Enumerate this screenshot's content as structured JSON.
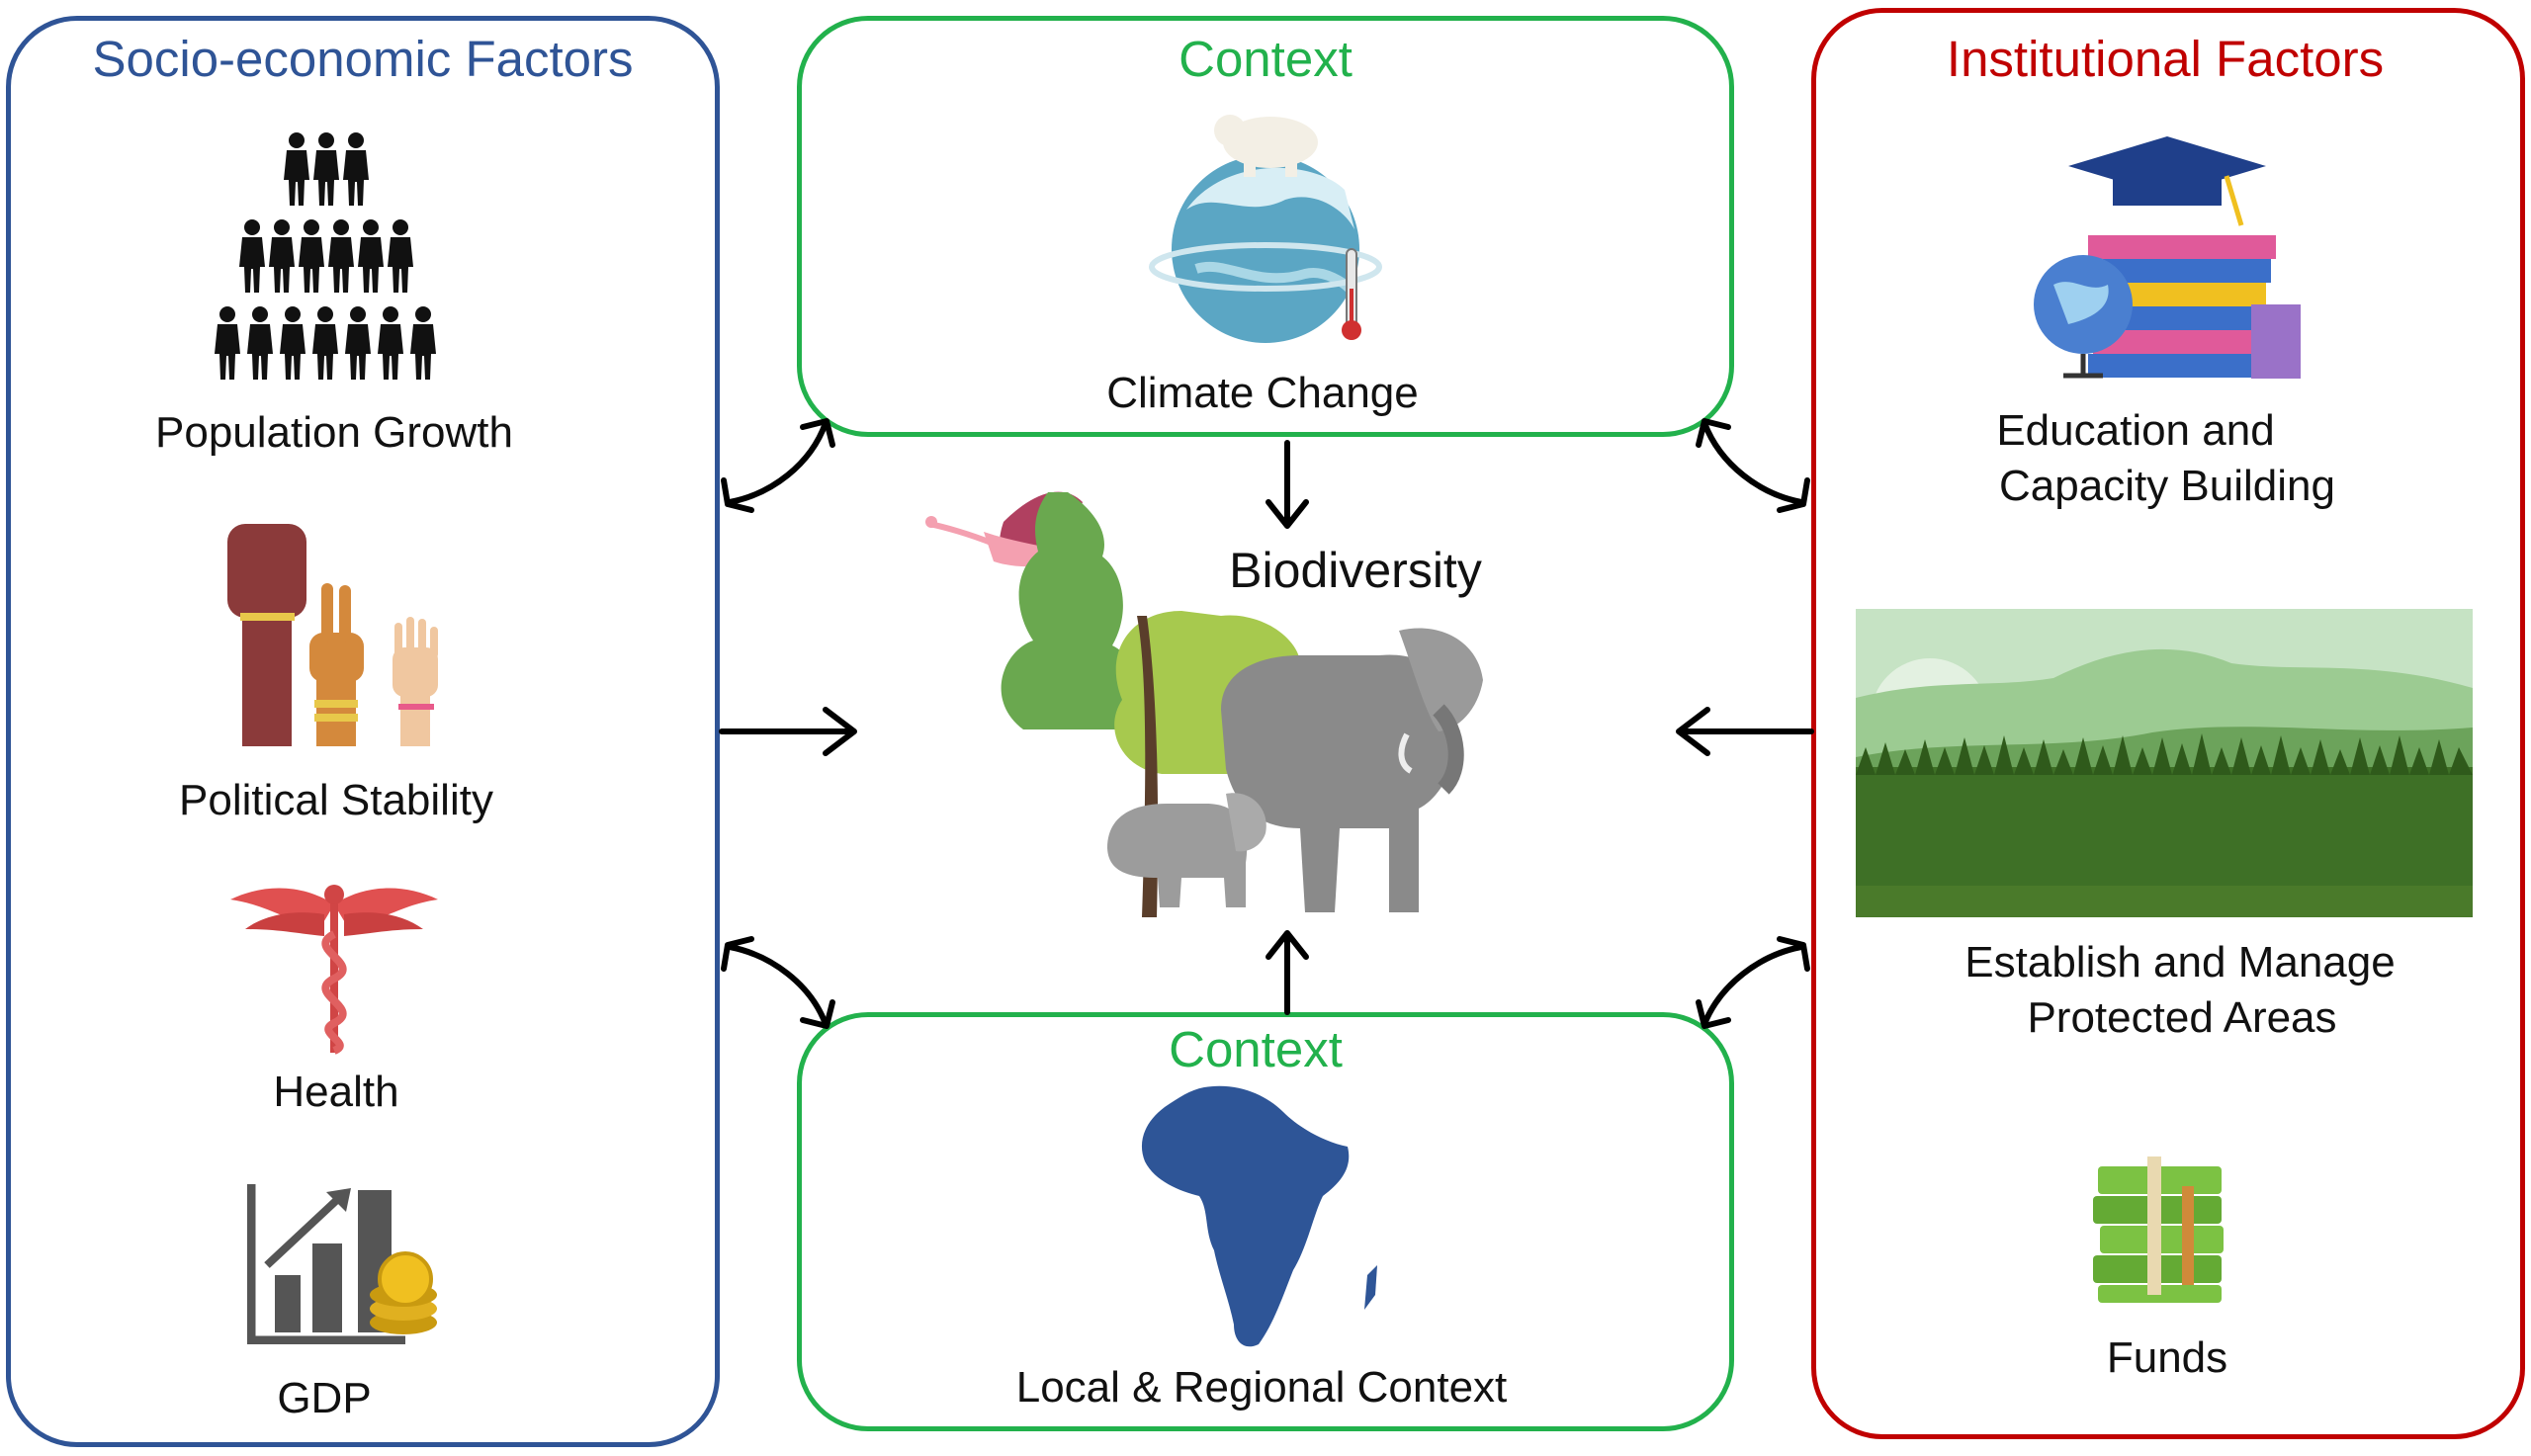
{
  "left_panel": {
    "title": "Socio-economic Factors",
    "title_color": "#2f5496",
    "items": [
      {
        "label": "Population Growth",
        "icon": "population-icon"
      },
      {
        "label": "Political Stability",
        "icon": "raised-hands-icon"
      },
      {
        "label": "Health",
        "icon": "caduceus-icon"
      },
      {
        "label": "GDP",
        "icon": "gdp-chart-coins-icon"
      }
    ]
  },
  "top_panel": {
    "title": "Context",
    "title_color": "#22b14c",
    "label": "Climate Change",
    "icon": "melting-globe-polar-bear-icon"
  },
  "bottom_panel": {
    "title": "Context",
    "title_color": "#22b14c",
    "label": "Local & Regional Context",
    "icon": "africa-map-icon"
  },
  "right_panel": {
    "title": "Institutional Factors",
    "title_color": "#c00000",
    "items": [
      {
        "label_line1": "Education and",
        "label_line2": "Capacity Building",
        "icon": "books-globe-cap-icon"
      },
      {
        "label_line1": "Establish and Manage",
        "label_line2": "Protected Areas",
        "icon": "forest-landscape-icon"
      },
      {
        "label": "Funds",
        "icon": "money-stack-icon"
      }
    ]
  },
  "center": {
    "label": "Biodiversity",
    "icon": "elephants-trees-flamingo-icon"
  }
}
